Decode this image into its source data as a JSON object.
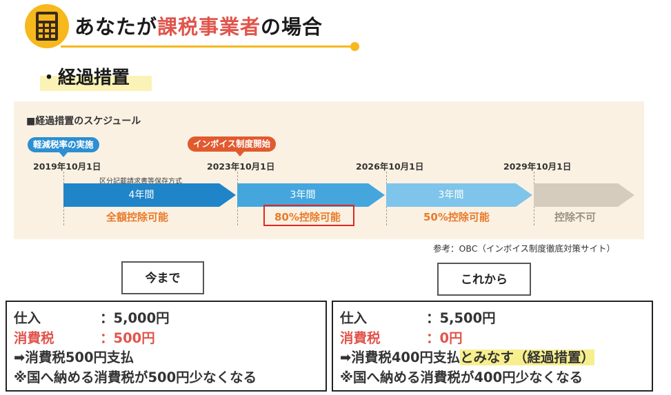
{
  "header": {
    "icon": "calculator-icon",
    "title_pre": "あなたが",
    "title_highlight": "課税事業者",
    "title_post": "の場合",
    "accent_color": "#f6b81c",
    "highlight_color": "#e0554c"
  },
  "section": {
    "title": "・経過措置"
  },
  "schedule": {
    "title": "■経過措置のスケジュール",
    "tag_reduced": "軽減税率の実施",
    "tag_invoice": "インボイス制度開始",
    "dates": [
      "2019年10月1日",
      "2023年10月1日",
      "2026年10月1日",
      "2029年10月1日"
    ],
    "sub_note": "区分記載請求書等保存方式",
    "periods": [
      "4年間",
      "3年間",
      "3年間",
      ""
    ],
    "deductions": [
      "全額控除可能",
      "80%控除可能",
      "50%控除可能",
      "控除不可"
    ],
    "colors": [
      "#1f84c8",
      "#45a6de",
      "#7fc4ea",
      "#d6ccbd"
    ]
  },
  "reference": "参考：OBC（インボイス制度徹底対策サイト）",
  "before": {
    "label": "今まで",
    "purchase_key": "仕入",
    "purchase_val": "：5,000円",
    "tax_key": "消費税",
    "tax_val": "：500円",
    "line3": "➡消費税500円支払",
    "line4": "※国へ納める消費税が500円少なくなる"
  },
  "after": {
    "label": "これから",
    "purchase_key": "仕入",
    "purchase_val": "：5,500円",
    "tax_key": "消費税",
    "tax_val": "：0円",
    "line3_main": "➡消費税400円支払",
    "line3_marker": "とみなす（経過措置）",
    "line4": "※国へ納める消費税が400円少なくなる"
  }
}
